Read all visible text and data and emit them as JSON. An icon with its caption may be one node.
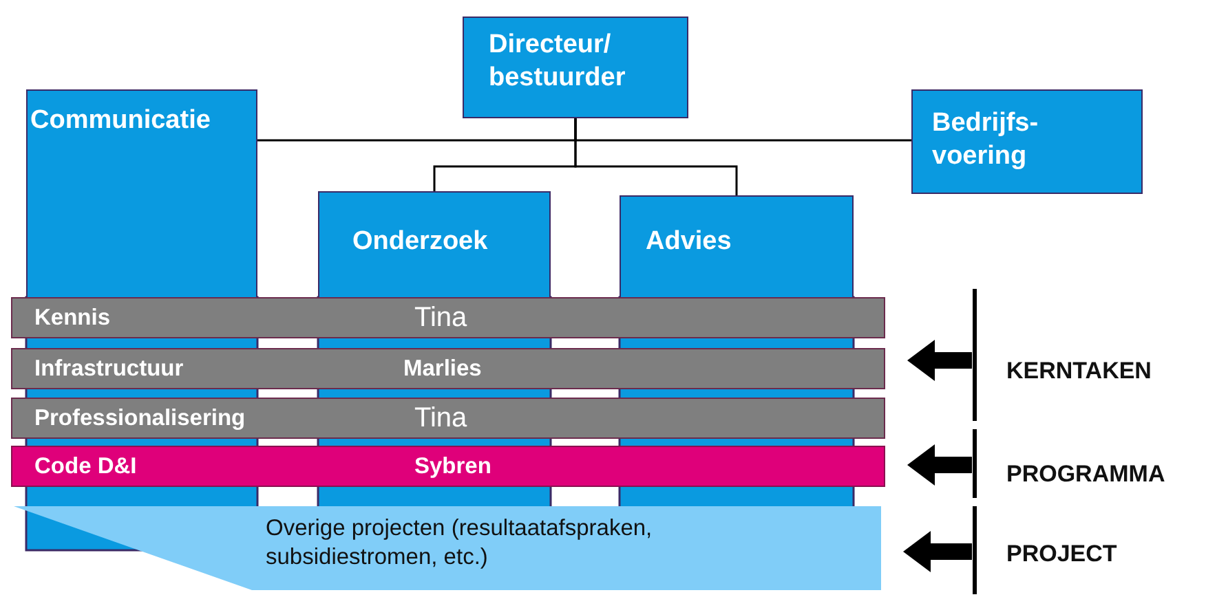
{
  "diagram": {
    "nodes": [
      {
        "text": [
          "Directeur/ bestuurder"
        ]
      },
      {
        "text": [
          "Communicatie"
        ]
      },
      {
        "text": [
          "Bedrijfs- voering"
        ]
      },
      {
        "text": [
          "Onderzoek"
        ]
      },
      {
        "text": [
          "Advies"
        ]
      },
      {
        "text": [
          "Kennis",
          "Tina"
        ]
      },
      {
        "text": [
          "Infrastructuur",
          "Marlies"
        ]
      },
      {
        "text": [
          "Professionalisering",
          "Tina"
        ]
      },
      {
        "text": [
          "Code D&I",
          "Sybren"
        ]
      },
      {
        "text": [
          "Overige projecten (resultaatafspraken, subsidiestromen, etc.)"
        ]
      }
    ],
    "edges": [
      {
        "from": 0,
        "to": 1,
        "arrow": "none"
      },
      {
        "from": 0,
        "to": 2,
        "arrow": "none"
      },
      {
        "from": 0,
        "to": 3,
        "arrow": "none"
      },
      {
        "from": 0,
        "to": 4,
        "arrow": "none"
      },
      {
        "from": null,
        "to": 6,
        "arrow": "to",
        "style": "thick"
      },
      {
        "from": null,
        "to": 8,
        "arrow": "to",
        "style": "thick"
      },
      {
        "from": null,
        "to": 9,
        "arrow": "to",
        "style": "thick"
      }
    ],
    "labels": [
      "KERNTAKEN",
      "PROGRAMMA",
      "PROJECT"
    ]
  }
}
